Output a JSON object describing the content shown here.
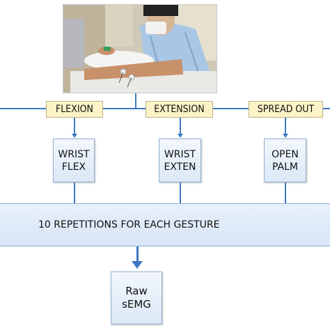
{
  "gestures": [
    {
      "label": "FLEXION",
      "box_lines": [
        "WRIST",
        "FLEX"
      ]
    },
    {
      "label": "EXTENSION",
      "box_lines": [
        "WRIST",
        "EXTEN"
      ]
    },
    {
      "label": "SPREAD OUT",
      "box_lines": [
        "OPEN",
        "PALM"
      ]
    }
  ],
  "repetitions_text": "10 REPETITIONS FOR EACH GESTURE",
  "output_lines": [
    "Raw",
    "sEMG"
  ],
  "colors": {
    "line": "#3d78c4",
    "label_fill": "#fdf3c7",
    "box_fill": "#dbe8f6"
  }
}
